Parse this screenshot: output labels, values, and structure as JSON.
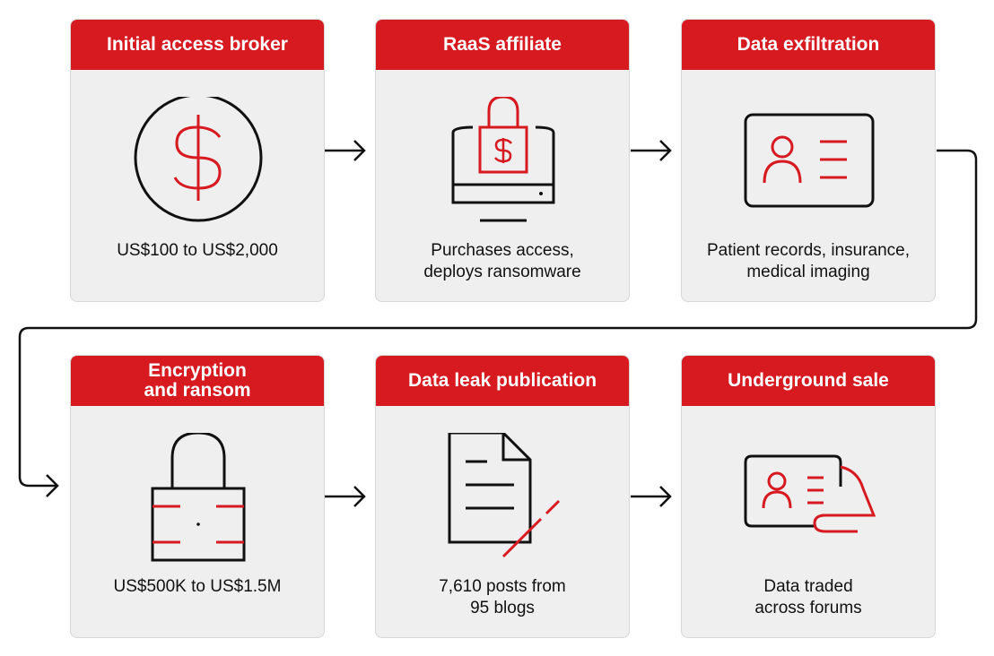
{
  "colors": {
    "accent": "#d71920",
    "ink": "#111111",
    "card": "#efefef"
  },
  "stages": [
    {
      "title": "Initial access broker",
      "caption": "US$100 to US$2,000",
      "icon": "dollar-coin-icon"
    },
    {
      "title": "RaaS affiliate",
      "caption": "Purchases access,\ndeploys ransomware",
      "icon": "monitor-lock-icon"
    },
    {
      "title": "Data exfiltration",
      "caption": "Patient records, insurance,\nmedical imaging",
      "icon": "id-card-icon"
    },
    {
      "title": "Encryption\nand ransom",
      "caption": "US$500K to US$1.5M",
      "icon": "padlock-icon"
    },
    {
      "title": "Data leak publication",
      "caption": "7,610 posts from\n95 blogs",
      "icon": "document-pen-icon"
    },
    {
      "title": "Underground sale",
      "caption": "Data traded\nacross forums",
      "icon": "id-card-hand-icon"
    }
  ]
}
